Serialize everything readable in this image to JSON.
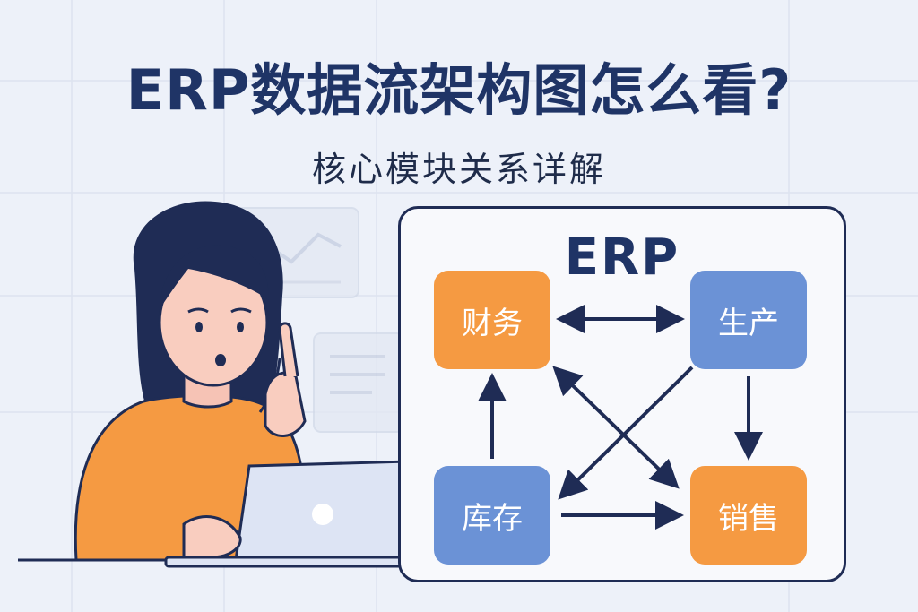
{
  "header": {
    "title": "ERP数据流架构图怎么看?",
    "subtitle": "核心模块关系详解"
  },
  "diagram": {
    "title": "ERP",
    "modules": {
      "finance": "财务",
      "production": "生产",
      "inventory": "库存",
      "sales": "销售"
    },
    "colors": {
      "orange": "#f59a42",
      "blue": "#6b92d6",
      "arrow": "#1f2c55"
    }
  },
  "icons": [
    "woman-thinking-illustration",
    "laptop-icon",
    "line-chart-icon",
    "document-icon"
  ]
}
